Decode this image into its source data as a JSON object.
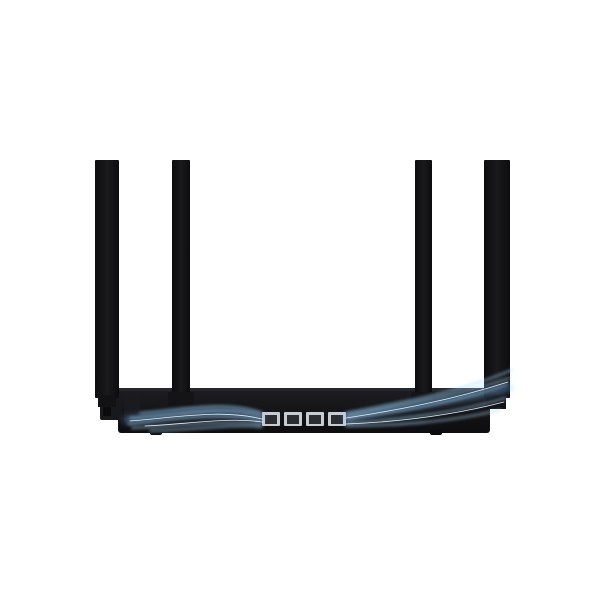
{
  "scene": {
    "subject": "router-rear",
    "antenna_count": 4,
    "ethernet_port_count": 4
  },
  "colors": {
    "background": "#ffffff",
    "body": "#141416",
    "body_edge": "#1f2024",
    "antenna": "#111113",
    "port_frame": "#bfc4c9",
    "port_inner": "#2a2d31",
    "signal_glow": "#7fc6ff",
    "signal_core": "#e6f4ff"
  }
}
